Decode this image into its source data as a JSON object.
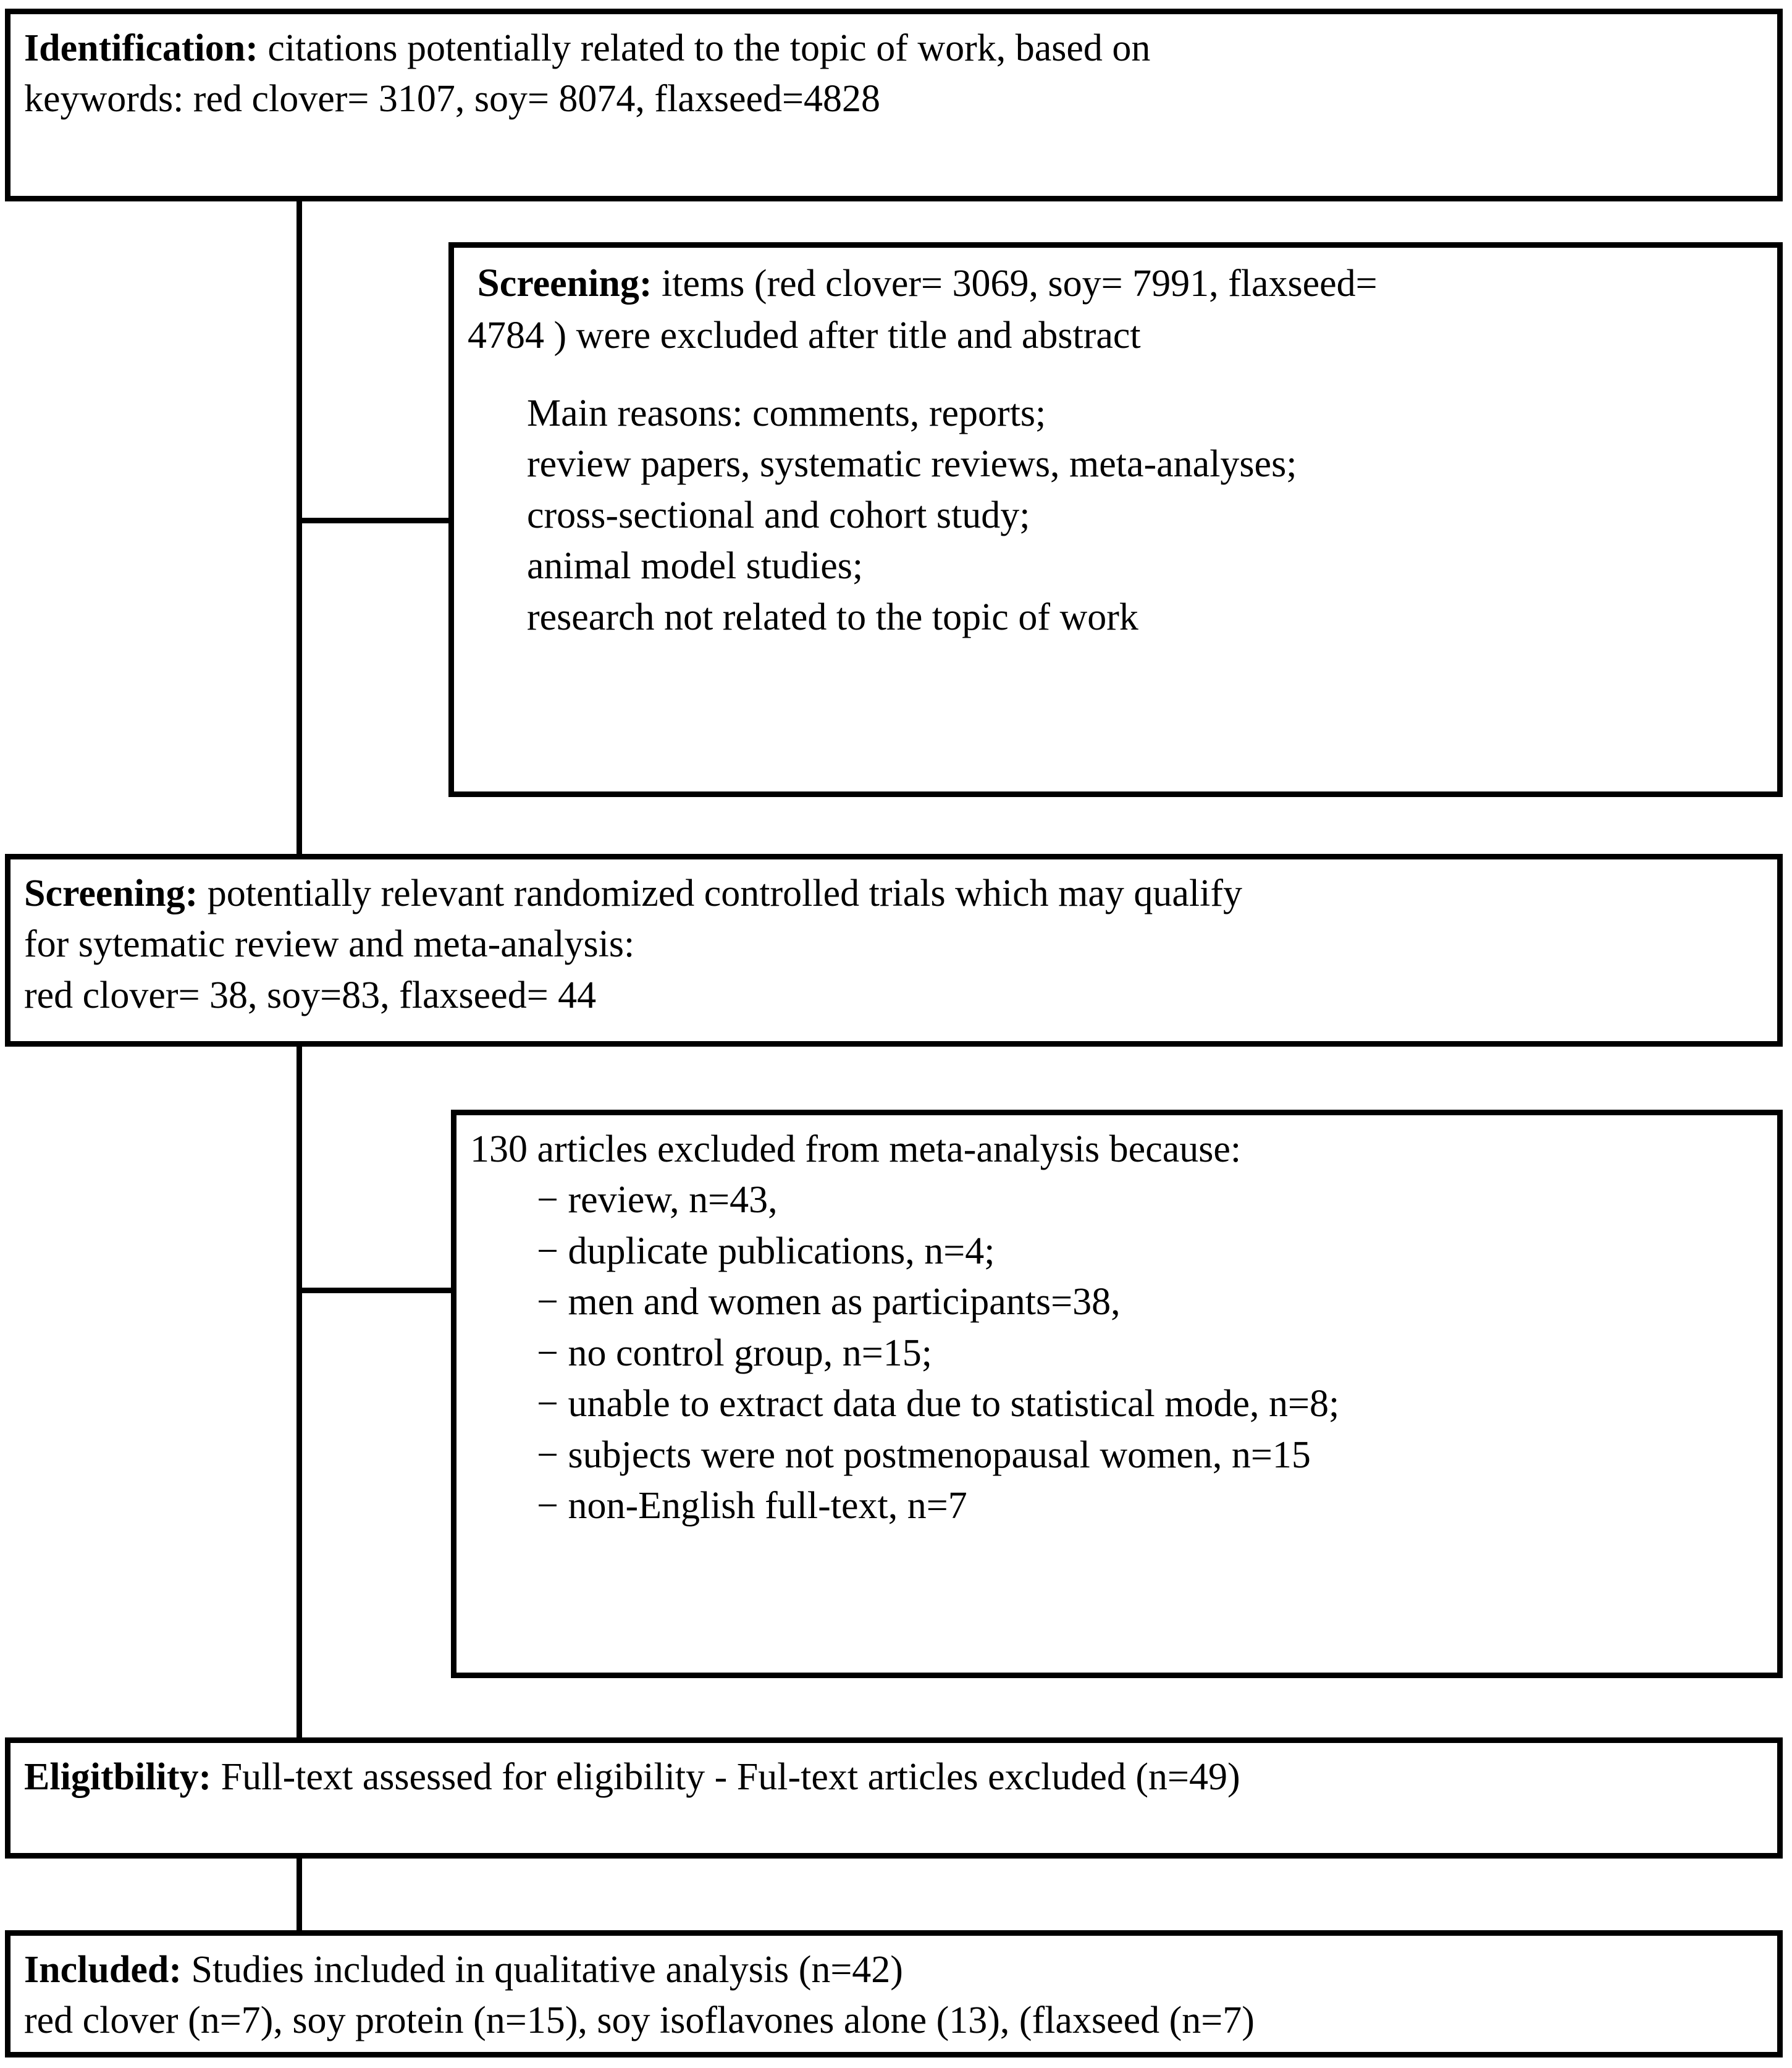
{
  "diagram": {
    "title": "PRISMA study selection flow diagram",
    "accent_color": "#000000",
    "background_color": "#ffffff"
  },
  "identification": {
    "label": "Identification:",
    "line1_rest": " citations potentially related to the topic of work, based on",
    "line2": "keywords: red clover= 3107,  soy= 8074,  flaxseed=4828"
  },
  "screening_excluded": {
    "label_cap": "S",
    "label_rest": "creening:",
    "line1_rest": " items (red clover= 3069, soy= 7991, flaxseed=",
    "line2": "4784 ) were excluded after title and abstract",
    "reasons_heading": "Main reasons: comments, reports;",
    "reasons": [
      "review papers, systematic reviews, meta-analyses;",
      "cross-sectional and cohort study;",
      "animal model studies;",
      "research not related to the topic of work"
    ]
  },
  "screening_rct": {
    "label": "Screening:",
    "line1_rest": " potentially relevant randomized controlled trials which may qualify",
    "line2": "for sytematic review and meta-analysis:",
    "line3": "red clover= 38, soy=83, flaxseed= 44"
  },
  "meta_excluded": {
    "heading": "130 articles excluded from meta-analysis because:",
    "items": [
      "− review, n=43,",
      "− duplicate publications, n=4;",
      "− men and women as participants=38,",
      "− no control group, n=15;",
      "− unable to extract data due to statistical mode, n=8;",
      "− subjects were not postmenopausal women, n=15",
      "− non-English full-text, n=7"
    ]
  },
  "eligibility": {
    "label": "Eligitbility:",
    "rest": " Full-text assessed for eligibility - Ful-text articles excluded (n=49)"
  },
  "included": {
    "label": "Included:",
    "line1_rest": " Studies included in qualitative analysis (n=42)",
    "line2": "red clover (n=7), soy protein (n=15), soy  isoflavones alone (13), (flaxseed (n=7)"
  },
  "chart_data": {
    "type": "table",
    "title": "PRISMA study selection flow diagram",
    "stages": [
      {
        "stage": "Identification",
        "description": "citations potentially related to the topic of work, based on keywords",
        "counts": {
          "red clover": 3107,
          "soy": 8074,
          "flaxseed": 4828
        }
      },
      {
        "stage": "Screening (excluded)",
        "description": "items were excluded after title and abstract",
        "counts": {
          "red clover": 3069,
          "soy": 7991,
          "flaxseed": 4784
        }
      },
      {
        "stage": "Screening (retained)",
        "description": "potentially relevant randomized controlled trials which may qualify for sytematic review and meta-analysis",
        "counts": {
          "red clover": 38,
          "soy": 83,
          "flaxseed": 44
        }
      },
      {
        "stage": "Meta-analysis exclusions",
        "description": "130 articles excluded from meta-analysis",
        "counts": {
          "review": 43,
          "duplicate publications": 4,
          "men and women as participants": 38,
          "no control group": 15,
          "unable to extract data due to statistical mode": 8,
          "subjects were not postmenopausal women": 15,
          "non-English full-text": 7
        },
        "total": 130
      },
      {
        "stage": "Eligibility",
        "description": "Full-text assessed for eligibility - Ful-text articles excluded",
        "counts": {
          "excluded": 49
        }
      },
      {
        "stage": "Included",
        "description": "Studies included in qualitative analysis",
        "counts": {
          "total": 42,
          "red clover": 7,
          "soy protein": 15,
          "soy isoflavones alone": 13,
          "flaxseed": 7
        }
      }
    ]
  }
}
